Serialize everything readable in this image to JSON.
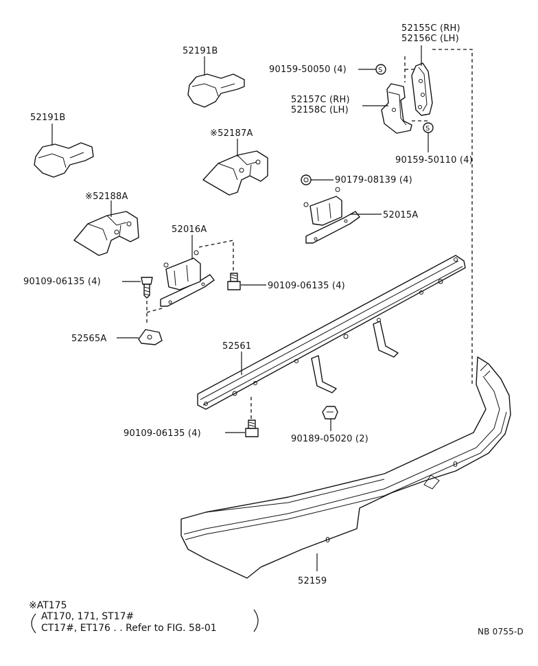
{
  "labels": {
    "p52155c": "52155C (RH)",
    "p52156c": "52156C (LH)",
    "p9015950050": "90159-50050 (4)",
    "p52191b_top": "52191B",
    "p52157c": "52157C (RH)",
    "p52158c": "52158C (LH)",
    "p52191b_left": "52191B",
    "p52187a": "※52187A",
    "p9015950110": "90159-50110 (4)",
    "p9017908139": "90179-08139 (4)",
    "p52188a": "※52188A",
    "p52015a": "52015A",
    "p52016a": "52016A",
    "p9010906135_a": "90109-06135 (4)",
    "p9010906135_b": "90109-06135 (4)",
    "p52565a": "52565A",
    "p52561": "52561",
    "p9010906135_c": "90109-06135 (4)",
    "p9018905020": "90189-05020 (2)",
    "p52159": "52159"
  },
  "clip_mark": "S",
  "notes": {
    "line1": "※AT175",
    "line2": "AT170, 171, ST17#",
    "line3": "CT17#, ET176 . . Refer to FIG. 58-01"
  },
  "figure_code": "NB 0755-D"
}
